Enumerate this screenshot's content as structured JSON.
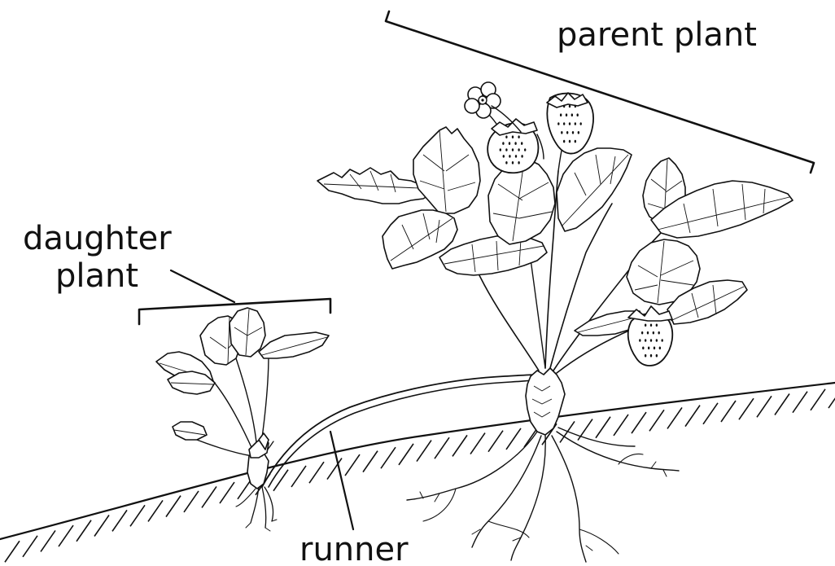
{
  "labels": {
    "parent": "parent plant",
    "daughter_line1": "daughter",
    "daughter_line2": "plant",
    "runner": "runner"
  }
}
